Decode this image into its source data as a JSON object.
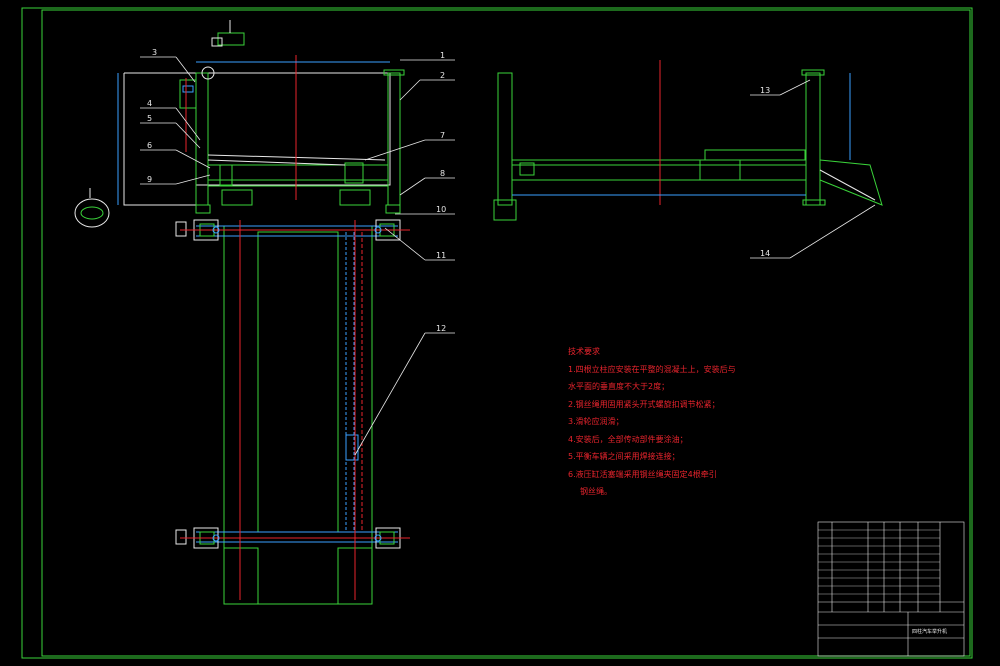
{
  "drawing": {
    "background": "#000000",
    "frame_color": "#3ad33a",
    "center_line_color": "#e8242d",
    "dimension_color": "#3aa0ff",
    "leader_color": "#e8e8e8",
    "callouts": [
      "1",
      "2",
      "3",
      "4",
      "5",
      "6",
      "7",
      "8",
      "9",
      "10",
      "11",
      "12",
      "13",
      "14"
    ]
  },
  "tech_notes": {
    "title": "技术要求",
    "lines": [
      "1.四根立柱应安装在平整的混凝土上，安装后与",
      "水平面的垂直度不大于2度；",
      "2.钢丝绳用固用紧头开式螺旋扣调节松紧；",
      "3.滑轮应润滑；",
      "4.安装后，全部传动部件要涂油；",
      "5.平衡车辆之间采用焊接连接；",
      "6.液压缸活塞端采用钢丝绳夹固定4根牵引",
      "钢丝绳。"
    ]
  },
  "title_block": {
    "drawing_name": "四柱汽车举升机"
  }
}
